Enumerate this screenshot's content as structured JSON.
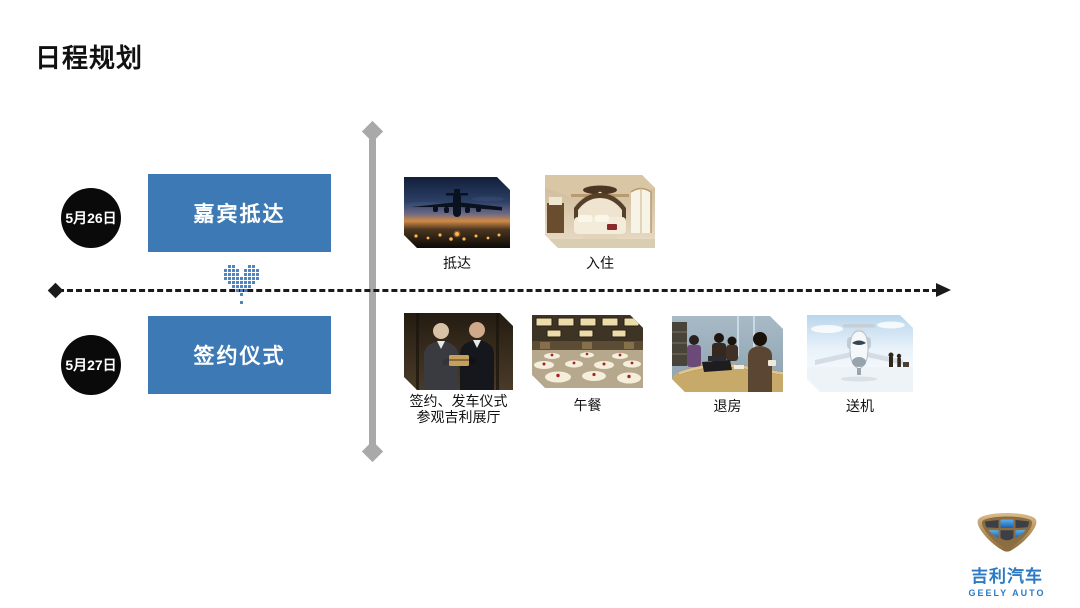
{
  "slide": {
    "title": "日程规划"
  },
  "colors": {
    "event_blue": "#3D7AB5",
    "dot_blue": "#4E81BD",
    "axis_gray": "#A9A9A9",
    "dash_black": "#1A1A1A",
    "logo_blue": "#2B7BC4"
  },
  "timeline": {
    "day1": {
      "date": "5月26日",
      "event": "嘉宾抵达",
      "items": [
        {
          "label": "抵达",
          "image": "airplane-landing-photo"
        },
        {
          "label": "入住",
          "image": "hotel-room-photo"
        }
      ]
    },
    "day2": {
      "date": "5月27日",
      "event": "签约仪式",
      "items": [
        {
          "label": "签约、发车仪式\n参观吉利展厅",
          "image": "signing-ceremony-photo"
        },
        {
          "label": "午餐",
          "image": "banquet-hall-photo"
        },
        {
          "label": "退房",
          "image": "hotel-checkout-photo"
        },
        {
          "label": "送机",
          "image": "private-jet-photo"
        }
      ]
    }
  },
  "merge_arrow": {
    "pattern": [
      "011000110",
      "111101111",
      "111101111",
      "111111111",
      "011111110",
      "001111100",
      "000111000",
      "000010000",
      "000000000",
      "000010000"
    ]
  },
  "logo": {
    "name_cn": "吉利汽车",
    "name_en": "GEELY AUTO"
  }
}
